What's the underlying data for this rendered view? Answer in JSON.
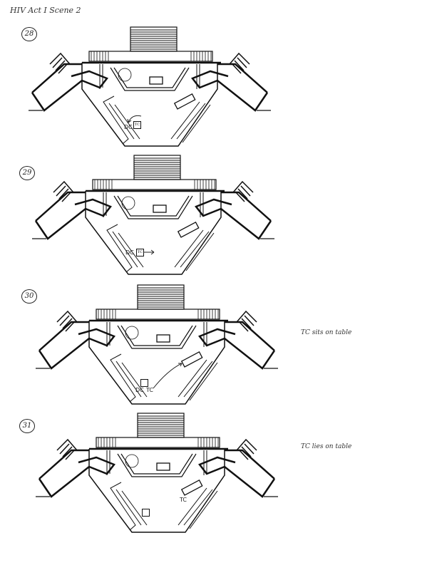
{
  "header": {
    "title": "HIV Act I Scene 2"
  },
  "panels": [
    {
      "number": "28",
      "markers": [
        "DC",
        "TC"
      ],
      "note": ""
    },
    {
      "number": "29",
      "markers": [
        "DC",
        "TC"
      ],
      "note": ""
    },
    {
      "number": "30",
      "markers": [
        "DC",
        "TC"
      ],
      "note": "TC sits on table"
    },
    {
      "number": "31",
      "markers": [
        "TC"
      ],
      "note": "TC lies on table"
    }
  ]
}
